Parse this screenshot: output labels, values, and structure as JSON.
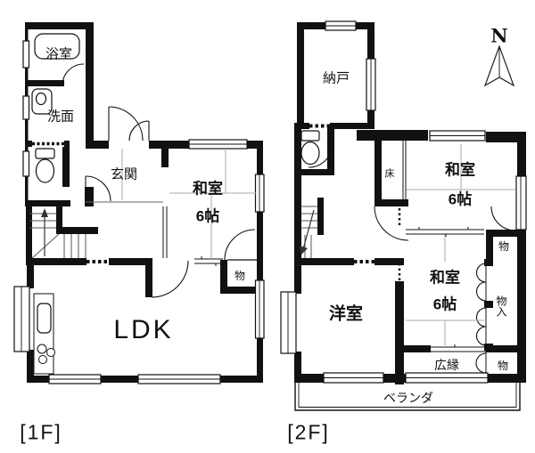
{
  "colors": {
    "wall": "#111111",
    "thin_line": "#aaaaaa",
    "background": "#ffffff"
  },
  "floor1": {
    "caption": "[1F]",
    "rooms": {
      "bath": "浴室",
      "washroom": "洗面",
      "entrance": "玄関",
      "washitsu_name": "和室",
      "washitsu_size": "6帖",
      "closet": "物",
      "ldk": "LDK"
    }
  },
  "floor2": {
    "caption": "[2F]",
    "rooms": {
      "storage_room": "納戸",
      "tokonoma": "床",
      "washitsu_upper_name": "和室",
      "washitsu_upper_size": "6帖",
      "washitsu_mid_name": "和室",
      "washitsu_mid_size": "6帖",
      "closet_top": "物",
      "closet_in": "物入",
      "closet_bottom": "物",
      "western_room": "洋室",
      "hiroen": "広縁",
      "veranda": "ベランダ"
    }
  },
  "compass": {
    "north": "N"
  }
}
